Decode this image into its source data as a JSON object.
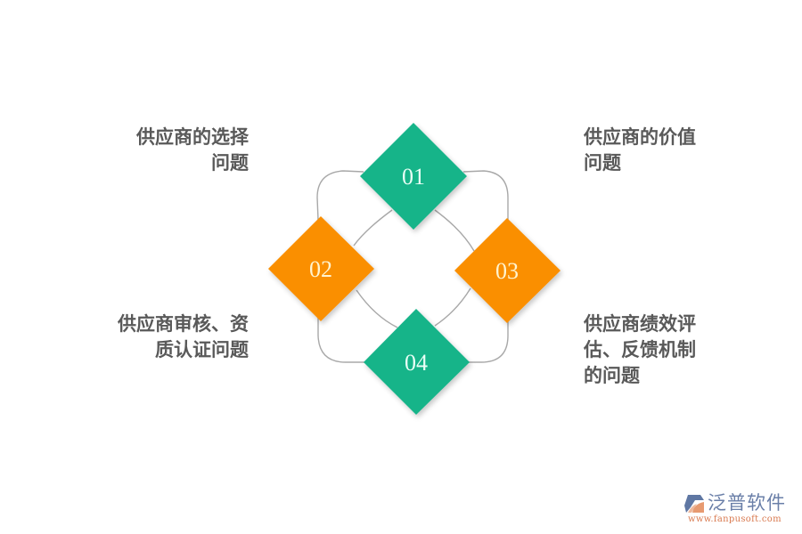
{
  "diagram": {
    "title": "",
    "colors": {
      "green": "#17b489",
      "orange": "#fa8f00",
      "connector": "#a8a8a8",
      "label_text": "#595959"
    },
    "nodes": [
      {
        "id": "01",
        "number": "01",
        "color": "green",
        "label_lines": [
          "供应商的选择",
          "问题"
        ],
        "position": "top"
      },
      {
        "id": "02",
        "number": "02",
        "color": "orange",
        "label_lines": [
          "供应商审核、资",
          "质认证问题"
        ],
        "position": "left"
      },
      {
        "id": "03",
        "number": "03",
        "color": "orange",
        "label_lines": [
          "供应商的价值",
          "问题"
        ],
        "position": "right"
      },
      {
        "id": "04",
        "number": "04",
        "color": "green",
        "label_lines": [
          "供应商绩效评",
          "估、反馈机制",
          "的问题"
        ],
        "position": "bottom"
      }
    ],
    "labels": {
      "top_left": [
        "供应商的选择",
        "问题"
      ],
      "top_right": [
        "供应商的价值",
        "问题"
      ],
      "bottom_left": [
        "供应商审核、资",
        "质认证问题"
      ],
      "bottom_right": [
        "供应商绩效评",
        "估、反馈机制",
        "的问题"
      ]
    }
  },
  "watermark": {
    "brand_name": "泛普软件",
    "url": "www.fanpusoft.com",
    "icon": "fanpu-logo-icon"
  }
}
